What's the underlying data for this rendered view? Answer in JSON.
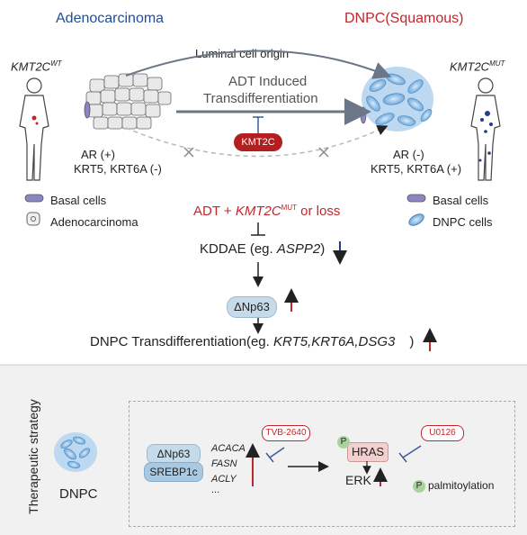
{
  "top": {
    "left_title": "Adenocarcinoma",
    "right_title": "DNPC(Squamous)",
    "left_gene": "KMT2C",
    "left_gene_sup": "WT",
    "right_gene": "KMT2C",
    "right_gene_sup": "MUT",
    "luminal_label": "Luminal cell origin",
    "arrow_label_1": "ADT Induced",
    "arrow_label_2": "Transdifferentiation",
    "kmt2c_badge": "KMT2C",
    "left_ar": "AR (+)",
    "left_krt": "KRT5, KRT6A (-)",
    "right_ar": "AR (-)",
    "right_krt": "KRT5, KRT6A (+)"
  },
  "legend": {
    "left_basal": "Basal cells",
    "left_adeno": "Adenocarcinoma",
    "right_basal": "Basal cells",
    "right_dnpc": "DNPC cells"
  },
  "pathway": {
    "adt_prefix": "ADT + ",
    "adt_gene": "KMT2C",
    "adt_sup": "MUT",
    "adt_suffix": " or loss",
    "kddae_prefix": "KDDAE (eg. ",
    "kddae_gene": "ASPP2",
    "kddae_suffix": ")",
    "np63": "ΔNp63",
    "trans_prefix": "DNPC Transdifferentiation(eg. ",
    "trans_genes": "KRT5,KRT6A,DSG3",
    "trans_suffix": ")"
  },
  "therapy": {
    "side_label": "Therapeutic strategy",
    "dnpc_label": "DNPC",
    "np63": "ΔNp63",
    "srebp": "SREBP1c",
    "genes": [
      "ACACA",
      "FASN",
      "ACLY",
      "..."
    ],
    "tvb": "TVB-2640",
    "p_label": "P",
    "hras": "HRAS",
    "erk": "ERK",
    "u0126": "U0126",
    "p2_label": "P",
    "palm": "palmitoylation"
  },
  "colors": {
    "red": "#c0272d",
    "blue": "#1f4e9a",
    "cell_blue": "#6fa9dc"
  }
}
